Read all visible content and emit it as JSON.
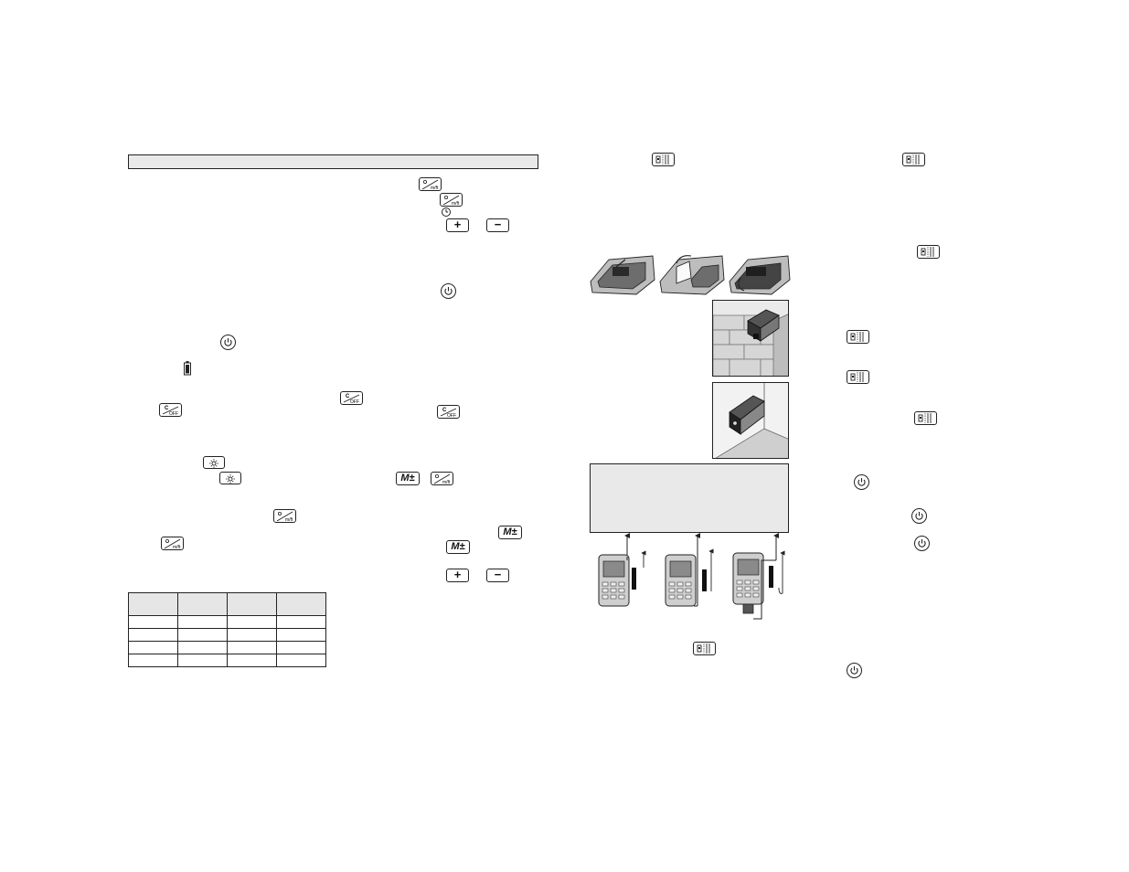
{
  "left_page": {
    "header_bar_text": "",
    "specs_table": {
      "headers": [
        "",
        "",
        "",
        ""
      ],
      "rows": [
        [
          "",
          "",
          "",
          ""
        ],
        [
          "",
          "",
          "",
          ""
        ],
        [
          "",
          "",
          "",
          ""
        ],
        [
          "",
          "",
          "",
          ""
        ]
      ]
    }
  },
  "right_page": {
    "info_box_text": ""
  },
  "icons": {
    "plus": "+",
    "minus": "−",
    "m_plus_minus": "M±",
    "c_off_top": "C",
    "c_off_bottom": "OFF",
    "mft": "m/ft"
  }
}
